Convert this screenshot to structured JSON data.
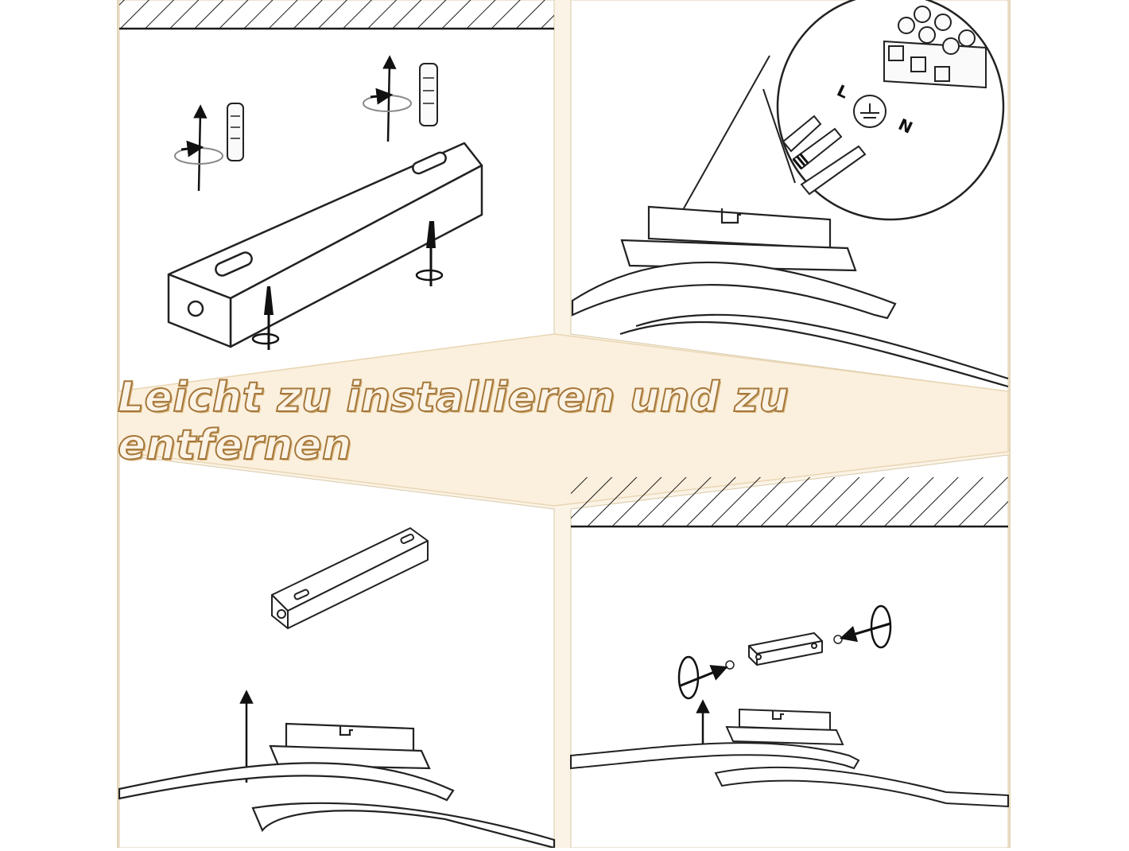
{
  "banner": {
    "text": "Leicht zu installieren und zu entfernen"
  },
  "wiring": {
    "label_L": "L",
    "label_N": "N"
  },
  "colors": {
    "frame_beige": "#fbf3e6",
    "banner_fill": "#fbf0dd",
    "text_outline": "#a5773a",
    "line": "#1a1a1a"
  },
  "icons": [
    "wall-plug-icon",
    "screw-icon",
    "rotation-arrow-icon",
    "up-arrow-icon",
    "ground-symbol-icon",
    "terminal-block-icon"
  ]
}
